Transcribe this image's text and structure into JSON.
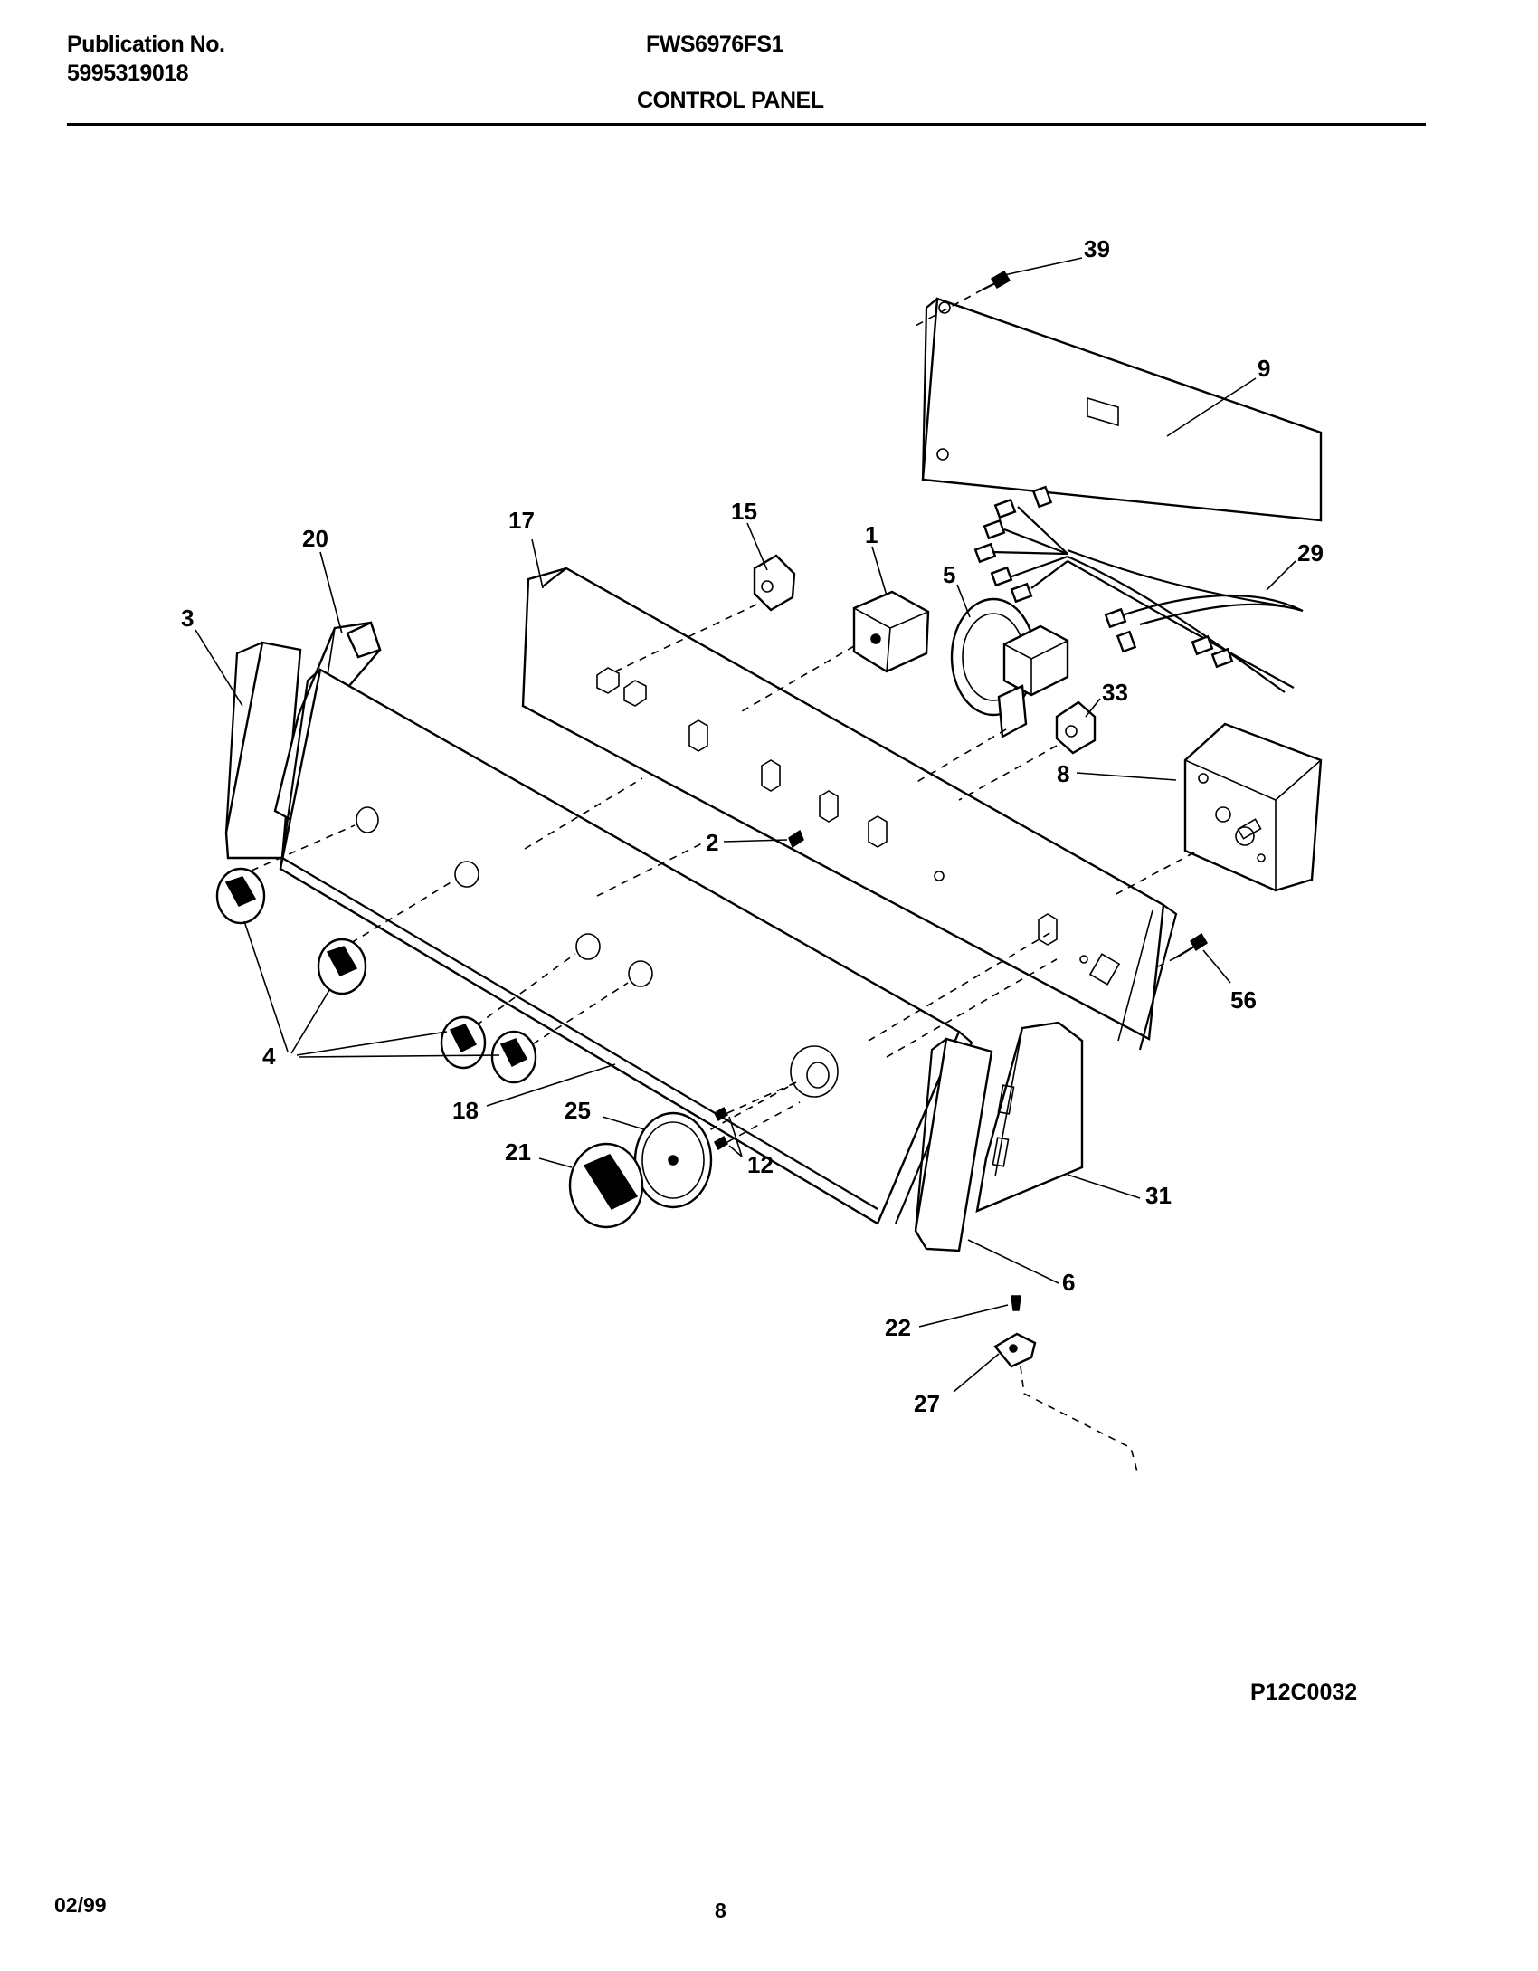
{
  "header": {
    "publication_label": "Publication No.",
    "publication_number": "5995319018",
    "model": "FWS6976FS1",
    "section_title": "CONTROL PANEL"
  },
  "diagram": {
    "callouts": [
      "39",
      "9",
      "29",
      "15",
      "1",
      "5",
      "17",
      "20",
      "3",
      "33",
      "8",
      "2",
      "56",
      "4",
      "18",
      "25",
      "21",
      "12",
      "31",
      "6",
      "22",
      "27"
    ],
    "figure_code": "P12C0032"
  },
  "footer": {
    "date": "02/99",
    "page_number": "8"
  }
}
